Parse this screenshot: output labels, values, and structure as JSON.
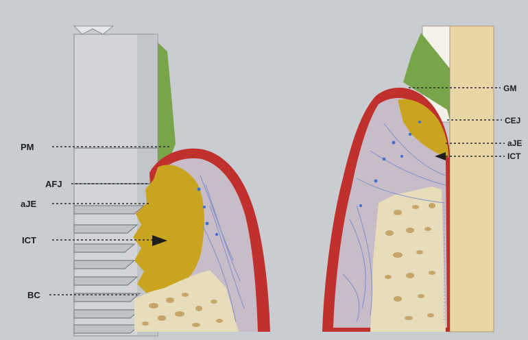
{
  "figure": {
    "left_panel": {
      "labels": [
        "PM",
        "AFJ",
        "aJE",
        "ICT",
        "BC"
      ]
    },
    "right_panel": {
      "labels": [
        "GM",
        "CEJ",
        "aJE",
        "ICT"
      ]
    },
    "colors": {
      "background": "#c9ccd0",
      "implant_metal": "#d2d4d7",
      "gingival_margin_green": "#79a54a",
      "epithelium_red": "#c0302c",
      "connective_tissue_yellow": "#c9a41e",
      "lamina_propria_lilac": "#c7bcc8",
      "bone_cream": "#e8ddbb",
      "tooth_beige": "#e9d6a6"
    }
  }
}
